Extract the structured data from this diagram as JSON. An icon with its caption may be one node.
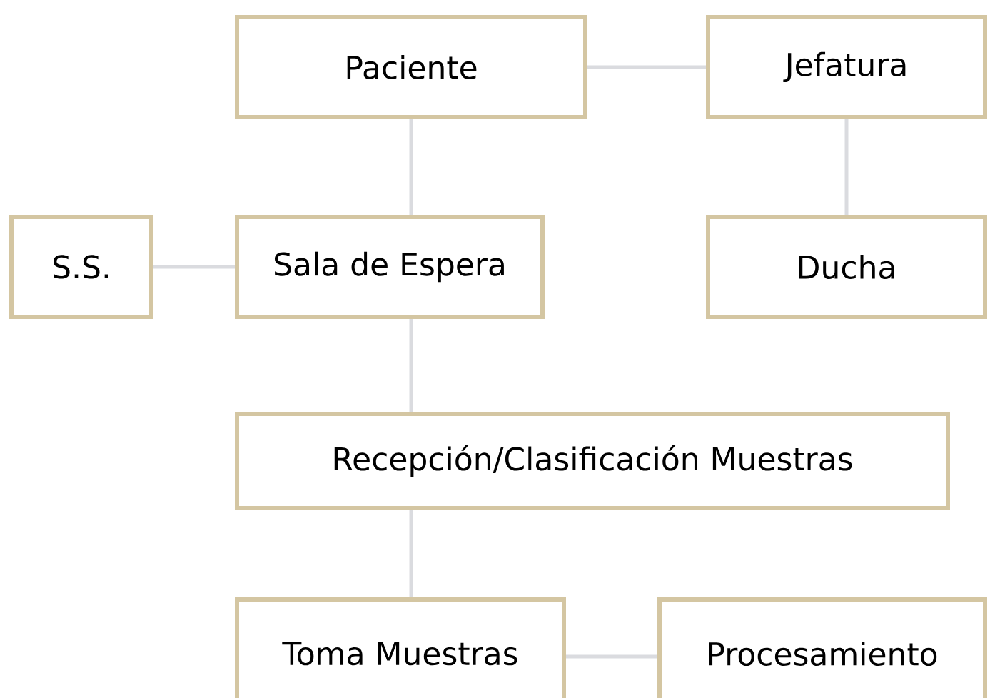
{
  "diagram": {
    "nodes": [
      {
        "text": [
          "Paciente"
        ]
      },
      {
        "text": [
          "Jefatura"
        ]
      },
      {
        "text": [
          "S.S."
        ]
      },
      {
        "text": [
          "Sala de Espera"
        ]
      },
      {
        "text": [
          "Ducha"
        ]
      },
      {
        "text": [
          "Recepción/Clasificación Muestras"
        ]
      },
      {
        "text": [
          "Toma Muestras"
        ]
      },
      {
        "text": [
          "Procesamiento"
        ]
      }
    ],
    "edges": [
      {
        "from": 0,
        "to": 1,
        "arrow": "none"
      },
      {
        "from": 0,
        "to": 3,
        "arrow": "none"
      },
      {
        "from": 1,
        "to": 4,
        "arrow": "none"
      },
      {
        "from": 2,
        "to": 3,
        "arrow": "none"
      },
      {
        "from": 3,
        "to": 5,
        "arrow": "none"
      },
      {
        "from": 5,
        "to": 6,
        "arrow": "none"
      },
      {
        "from": 6,
        "to": 7,
        "arrow": "none"
      }
    ]
  }
}
